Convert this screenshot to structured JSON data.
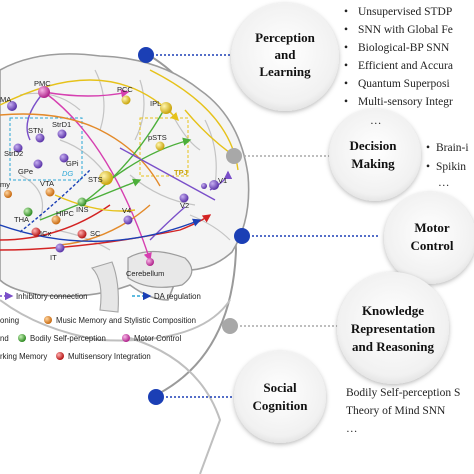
{
  "regions": {
    "pmc": "PMC",
    "ma": "MA",
    "strd1": "StrD1",
    "stn": "STN",
    "strd2": "StrD2",
    "gpi": "GPi",
    "gpe": "GPe",
    "dg": "DG",
    "vta": "VTA",
    "ins": "INS",
    "tha": "THA",
    "hipc": "HIPC",
    "my": "my",
    "icx": "ICx",
    "sc": "SC",
    "it": "IT",
    "v4": "V4",
    "v2": "V2",
    "v1": "V1",
    "pcc": "PCC",
    "ipl": "IPL",
    "psts": "pSTS",
    "sts": "STS",
    "tpj": "TPJ",
    "cerebellum": "Cerebellum"
  },
  "legend": {
    "inhibitory": "Inhibitory connection",
    "da": "DA regulation",
    "row1_left": "oning",
    "row1_mid": "Music Memory and Stylistic Composition",
    "row2_left": "nd",
    "row2_mid": "Bodily Self-perception",
    "row2_right": "Motor Control",
    "row3_left": "rking Memory",
    "row3_mid": "Multisensory Integration"
  },
  "categories": [
    {
      "title_lines": [
        "Perception",
        "and",
        "Learning"
      ],
      "items": [
        "Unsupervised STDP",
        "SNN with Global Fe",
        "Biological-BP SNN",
        "Efficient and Accura",
        "Quantum Superposi",
        "Multi-sensory Integr",
        "…"
      ]
    },
    {
      "title_lines": [
        "Decision",
        "Making"
      ],
      "items": [
        "Brain-i",
        "Spikin",
        "…"
      ]
    },
    {
      "title_lines": [
        "Motor",
        "Control"
      ],
      "items": []
    },
    {
      "title_lines": [
        "Knowledge",
        "Representation",
        "and Reasoning"
      ],
      "items": []
    },
    {
      "title_lines": [
        "Social",
        "Cognition"
      ],
      "items": [
        "Bodily Self-perception S",
        "Theory of Mind SNN",
        "…"
      ]
    }
  ],
  "colors": {
    "blue_node": "#1b3fb5",
    "gray_node": "#a8a8a8",
    "green": "#4caf3a",
    "orange": "#e38a2a",
    "purple": "#7a4fc9",
    "magenta": "#d63fb0",
    "yellow": "#e6c21a",
    "red": "#d32323",
    "cyan": "#2aa6d6"
  }
}
